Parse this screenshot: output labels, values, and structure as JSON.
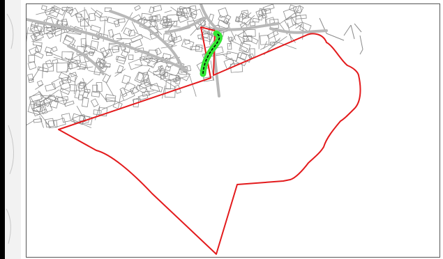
{
  "map": {
    "colors": {
      "background": "#ffffff",
      "frame": "#555555",
      "boundary": "#e31a1c",
      "road_major": "#b8b8b8",
      "road_minor": "#8a8a8a",
      "highlight_route": "#33e633",
      "route_centerline": "#000000",
      "left_bar": "#000000",
      "left_gutter": "#f2f2f2"
    },
    "layers": [
      "street-network",
      "study-area-boundary",
      "highlighted-road-segment"
    ]
  }
}
